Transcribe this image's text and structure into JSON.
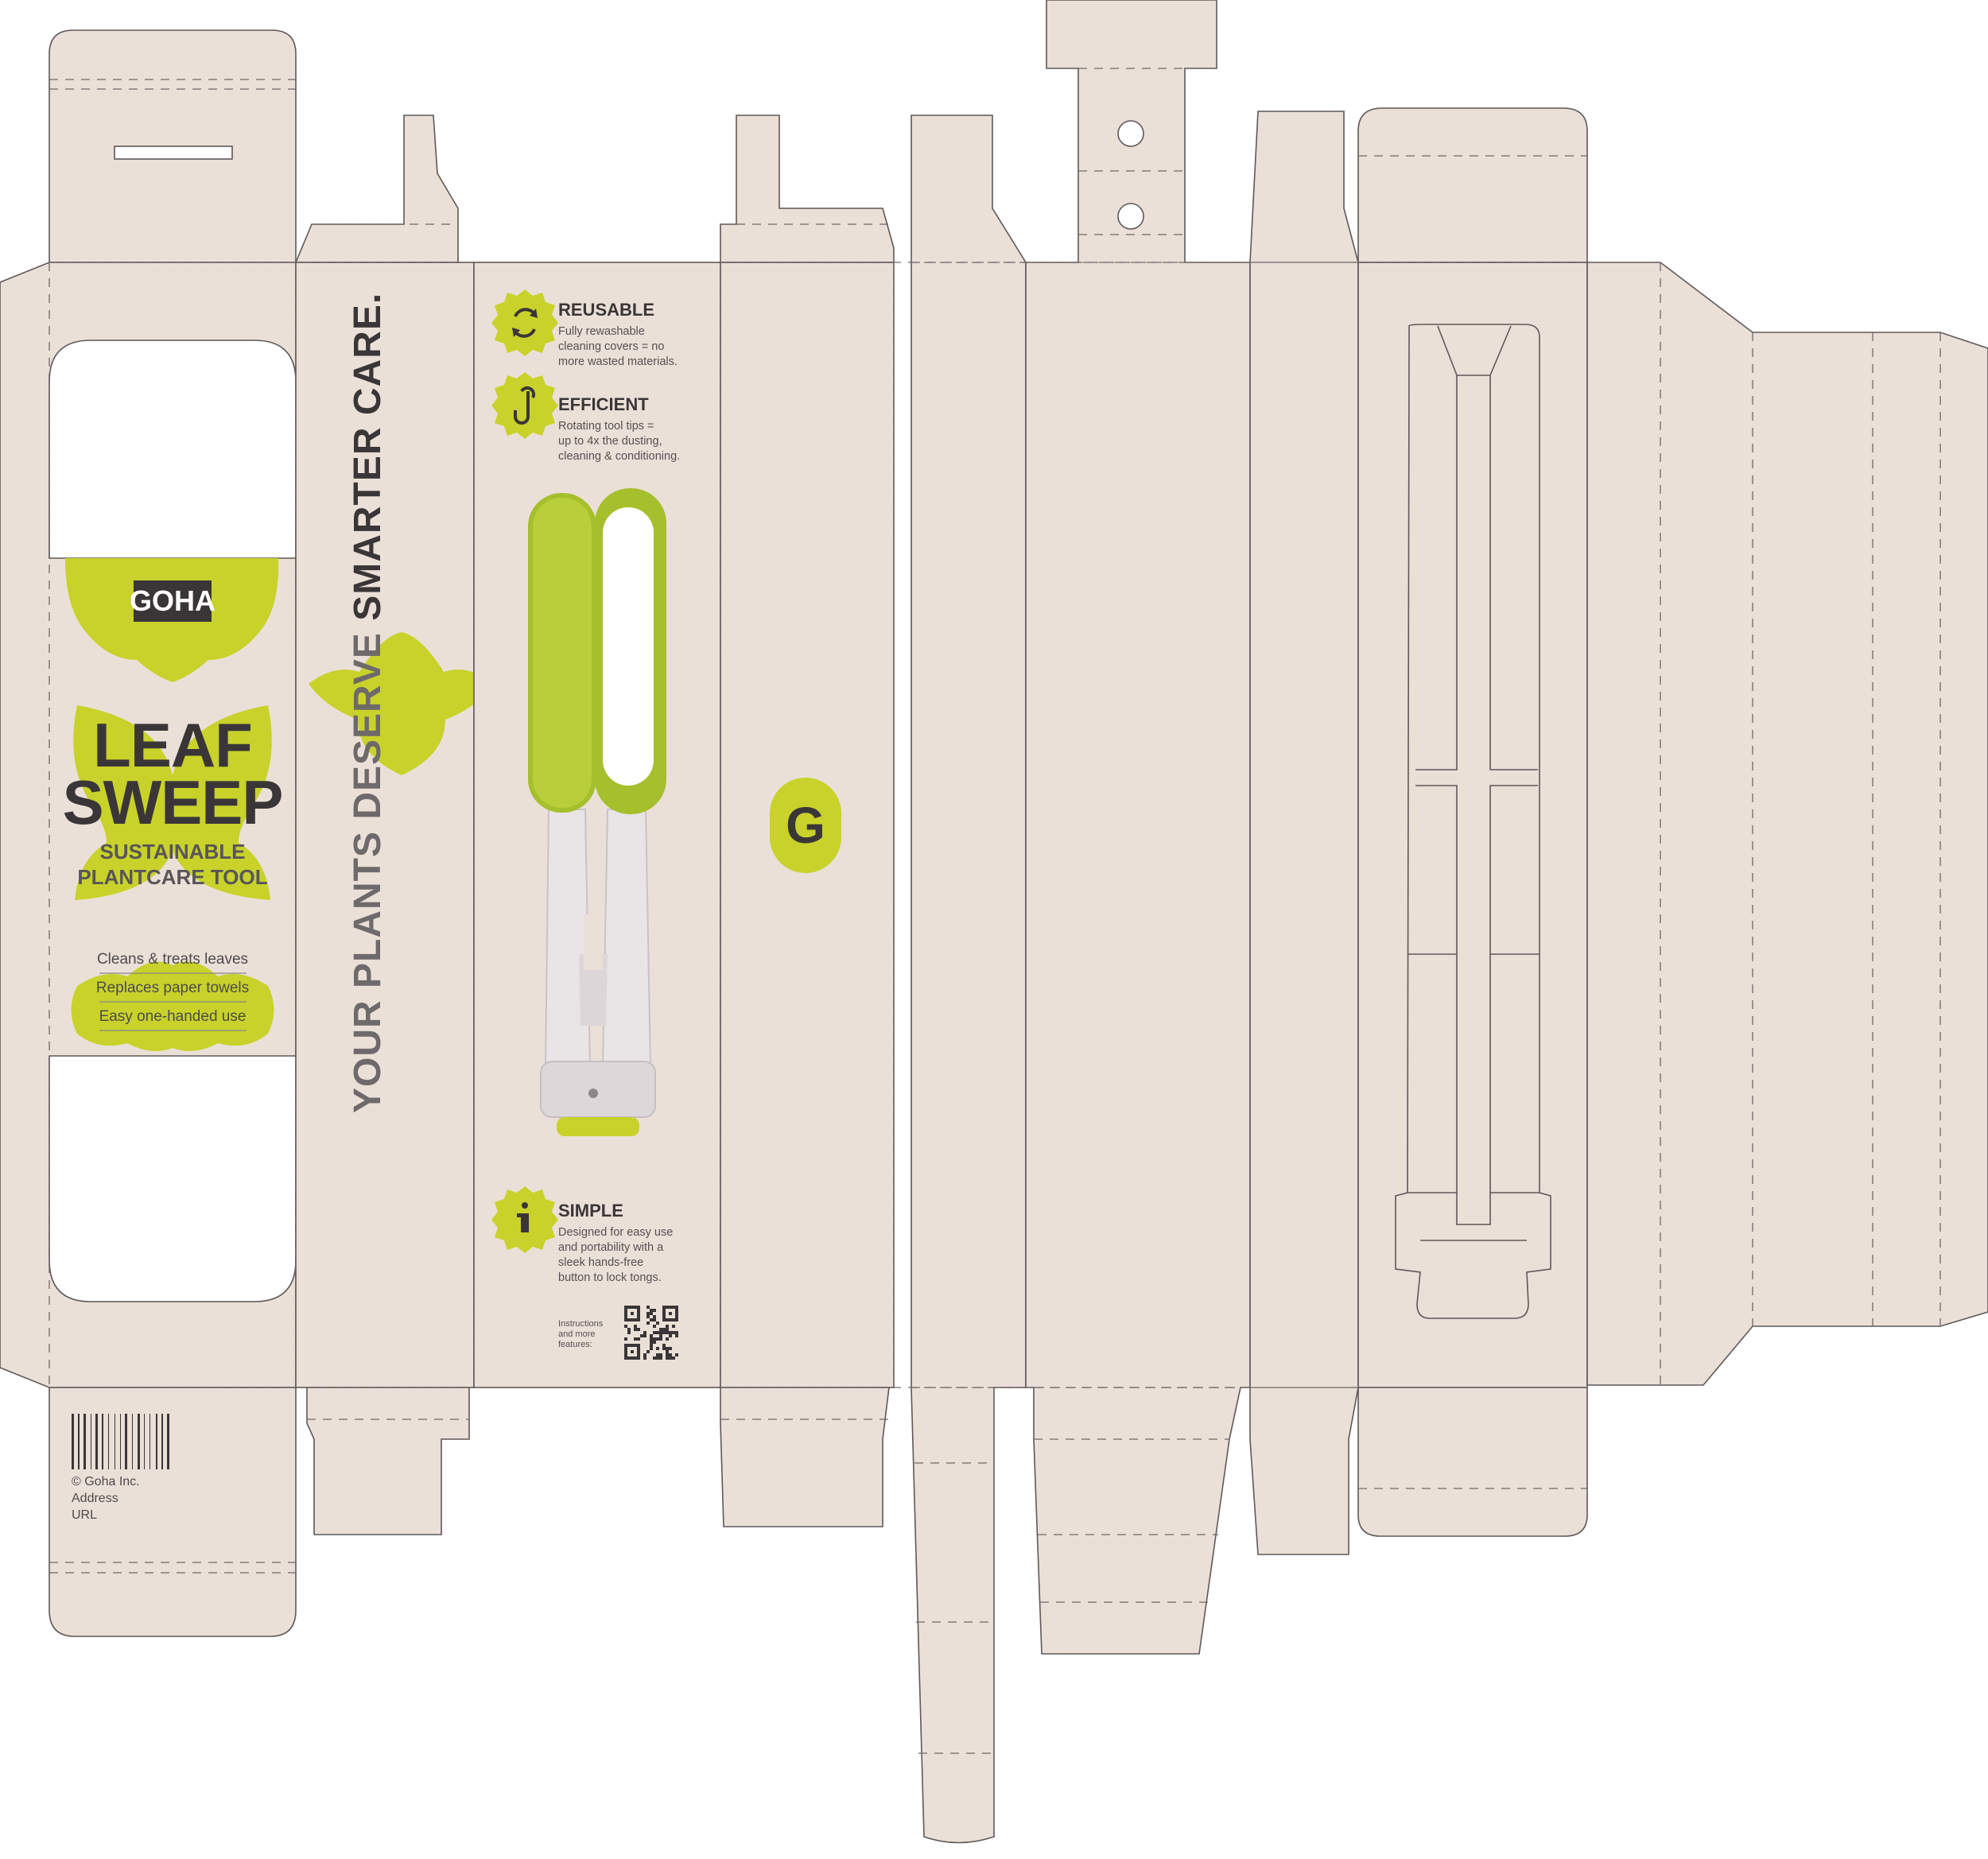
{
  "brand": {
    "logo_text": "GOHA",
    "monogram": "G"
  },
  "front": {
    "title_line1": "LEAF",
    "title_line2": "SWEEP",
    "subtitle_line1": "SUSTAINABLE",
    "subtitle_line2": "PLANTCARE TOOL",
    "bullets": [
      "Cleans & treats leaves",
      "Replaces paper towels",
      "Easy one-handed use"
    ]
  },
  "bottom_flap": {
    "copyright": "© Goha Inc.",
    "address": "Address",
    "url": "URL"
  },
  "side": {
    "slogan_part1": "YOUR PLANTS DESERVE ",
    "slogan_part2": "SMARTER CARE."
  },
  "features": [
    {
      "icon": "recycle-icon",
      "heading": "REUSABLE",
      "lines": [
        "Fully rewashable",
        "cleaning covers = no",
        "more wasted materials."
      ]
    },
    {
      "icon": "rotate-icon",
      "heading": "EFFICIENT",
      "lines": [
        "Rotating tool tips =",
        "up to 4x the dusting,",
        "cleaning & conditioning."
      ]
    },
    {
      "icon": "info-icon",
      "heading": "SIMPLE",
      "lines": [
        "Designed for easy use",
        "and portability with a",
        "sleek hands-free",
        "button to lock tongs."
      ]
    }
  ],
  "qr": {
    "caption_lines": [
      "Instructions",
      "and more",
      "features:"
    ]
  },
  "colors": {
    "board": "#ebe0d8",
    "accent": "#c8d22a",
    "dark": "#3a3637",
    "line": "#5e5858"
  }
}
